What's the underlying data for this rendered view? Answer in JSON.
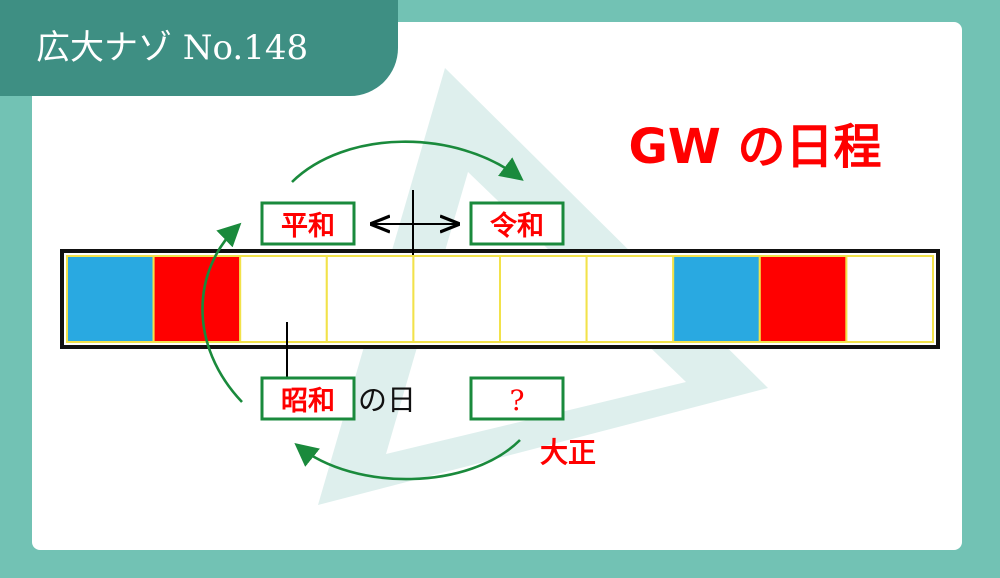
{
  "header": {
    "badge_text": "広大ナゾ No.148"
  },
  "title": {
    "text": "GW の日程"
  },
  "calendar": {
    "cells": [
      {
        "color": "#29a9e1"
      },
      {
        "color": "#ff0000"
      },
      {
        "color": "#ffffff"
      },
      {
        "color": "#ffffff"
      },
      {
        "color": "#ffffff"
      },
      {
        "color": "#ffffff"
      },
      {
        "color": "#ffffff"
      },
      {
        "color": "#29a9e1"
      },
      {
        "color": "#ff0000"
      },
      {
        "color": "#ffffff"
      }
    ]
  },
  "labels": {
    "heisei": "平和",
    "reiwa": "令和",
    "showa": "昭和",
    "showa_suffix": "の日",
    "question": "?",
    "taisho": "大正"
  },
  "colors": {
    "background": "#72c2b4",
    "badge": "#3e8f83",
    "accent_red": "#ff0000",
    "box_green": "#1a8a3c",
    "arrow_green": "#1a8a3c",
    "cell_divider": "#f2e24a",
    "watermark": "#cfe7e3"
  },
  "icons": {
    "double_arrow": "left-right-arrow-icon",
    "watermark": "triangle-watermark-icon"
  }
}
